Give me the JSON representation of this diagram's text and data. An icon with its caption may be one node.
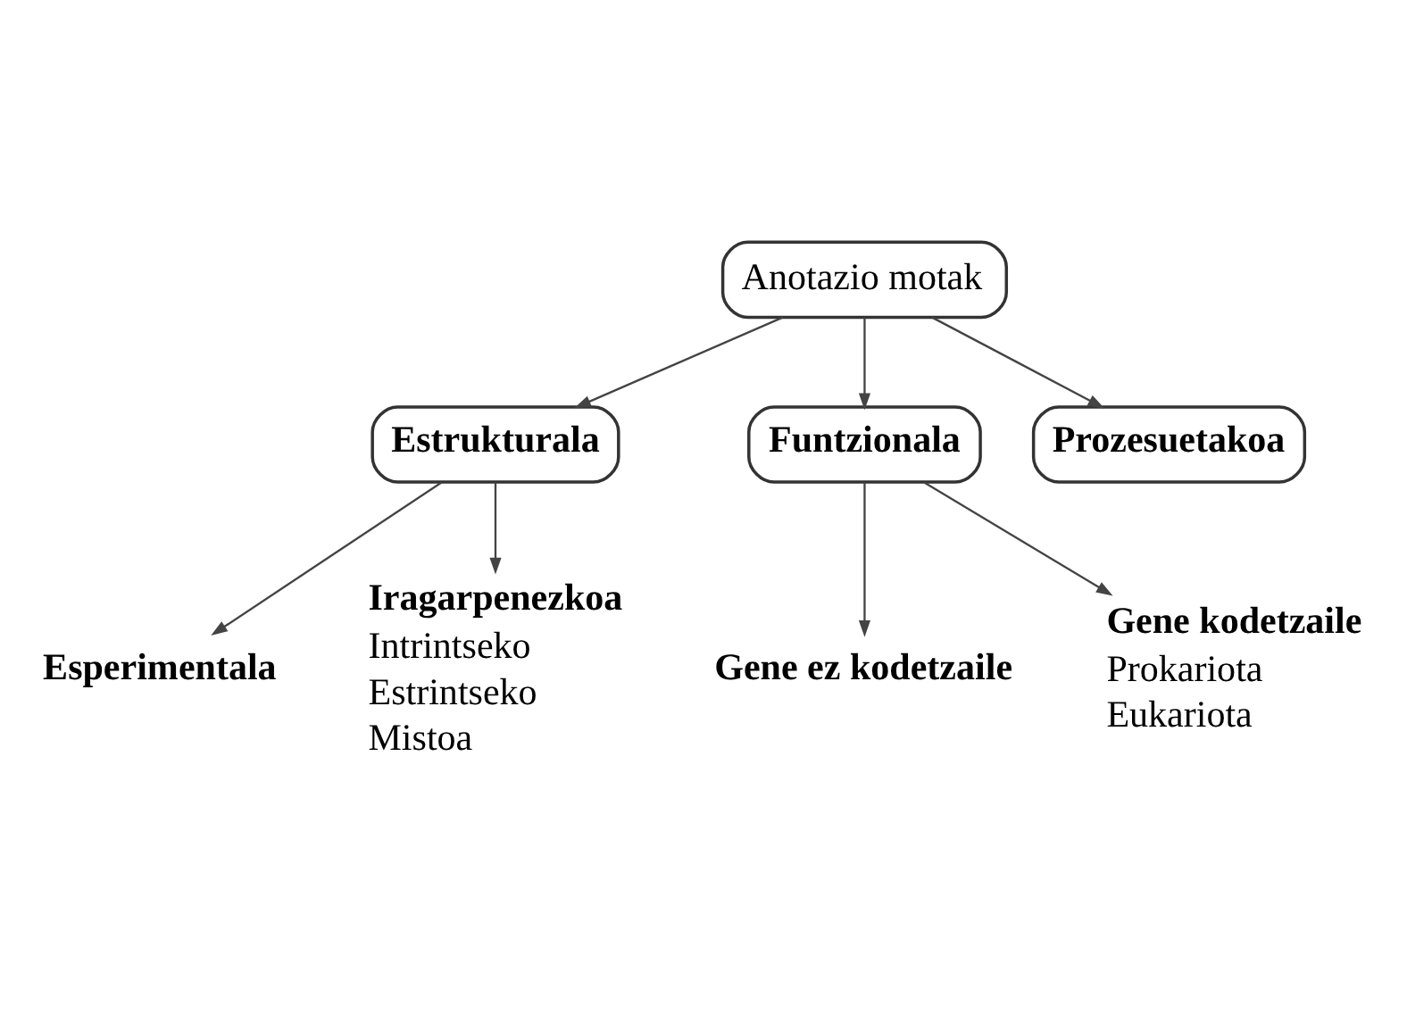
{
  "diagram": {
    "nodes": [
      {
        "text": [
          "Anotazio motak"
        ]
      },
      {
        "text": [
          "Estrukturala"
        ]
      },
      {
        "text": [
          "Funtzionala"
        ]
      },
      {
        "text": [
          "Prozesuetakoa"
        ]
      },
      {
        "text": [
          "Esperimentala"
        ]
      },
      {
        "text": [
          "Iragarpenezkoa"
        ],
        "beside": [
          "Intrintseko",
          "Estrintseko",
          "Mistoa"
        ]
      },
      {
        "text": [
          "Gene ez kodetzaile"
        ]
      },
      {
        "text": [
          "Gene kodetzaile"
        ],
        "beside": [
          "Prokariota",
          "Eukariota"
        ]
      }
    ],
    "edges": [
      {
        "from": 0,
        "to": 1,
        "arrow": "to"
      },
      {
        "from": 0,
        "to": 2,
        "arrow": "to"
      },
      {
        "from": 0,
        "to": 3,
        "arrow": "to"
      },
      {
        "from": 1,
        "to": 4,
        "arrow": "to"
      },
      {
        "from": 1,
        "to": 5,
        "arrow": "to"
      },
      {
        "from": 2,
        "to": 6,
        "arrow": "to"
      },
      {
        "from": 2,
        "to": 7,
        "arrow": "to"
      }
    ]
  }
}
